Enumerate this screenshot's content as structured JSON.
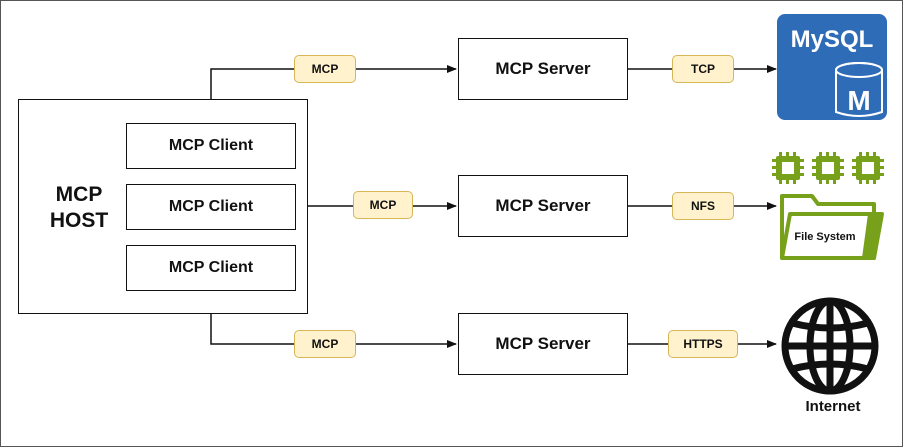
{
  "host": {
    "label_line1": "MCP",
    "label_line2": "HOST"
  },
  "clients": [
    {
      "label": "MCP Client"
    },
    {
      "label": "MCP Client"
    },
    {
      "label": "MCP Client"
    }
  ],
  "servers": [
    {
      "label": "MCP Server"
    },
    {
      "label": "MCP Server"
    },
    {
      "label": "MCP Server"
    }
  ],
  "protocols": {
    "client_server": [
      "MCP",
      "MCP",
      "MCP"
    ],
    "server_resource": [
      "TCP",
      "NFS",
      "HTTPS"
    ]
  },
  "resources": {
    "mysql": {
      "icon": "mysql-database-icon",
      "logo_text": "MySQL",
      "badge": "M",
      "color": "#2f6cb8"
    },
    "filesystem": {
      "icon": "file-system-folder-icon",
      "label": "File System",
      "color": "#77a11b"
    },
    "internet": {
      "icon": "globe-icon",
      "label": "Internet",
      "color": "#111111"
    }
  },
  "colors": {
    "tag_fill": "#fff2cc",
    "tag_border": "#d6b656",
    "line": "#111111"
  }
}
